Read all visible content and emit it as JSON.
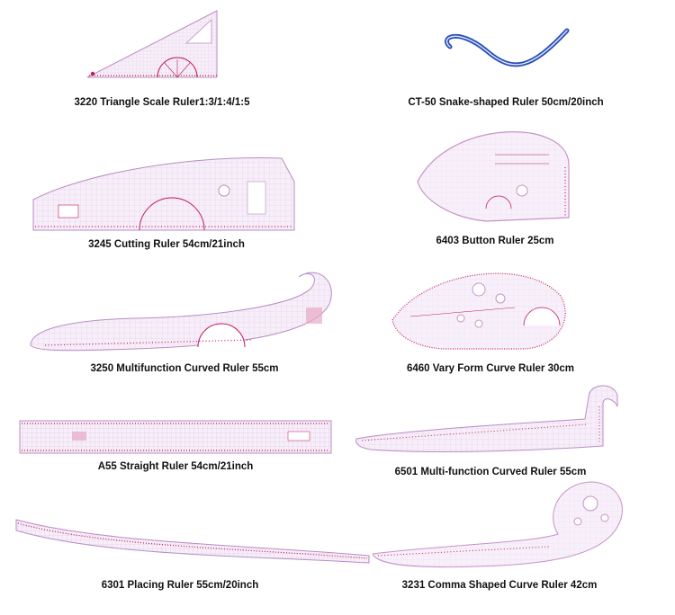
{
  "products": [
    {
      "id": "triangle",
      "caption": "3220 Triangle Scale Ruler1:3/1:4/1:5"
    },
    {
      "id": "snake",
      "caption": "CT-50 Snake-shaped Ruler 50cm/20inch"
    },
    {
      "id": "cutting",
      "caption": "3245 Cutting Ruler 54cm/21inch"
    },
    {
      "id": "button",
      "caption": "6403 Button Ruler 25cm"
    },
    {
      "id": "multicurve",
      "caption": "3250 Multifunction Curved Ruler 55cm"
    },
    {
      "id": "varyform",
      "caption": "6460 Vary Form Curve Ruler 30cm"
    },
    {
      "id": "straight",
      "caption": "A55 Straight Ruler 54cm/21inch"
    },
    {
      "id": "multicurve2",
      "caption": "6501 Multi-function Curved Ruler 55cm"
    },
    {
      "id": "placing",
      "caption": "6301 Placing Ruler 55cm/20inch"
    },
    {
      "id": "comma",
      "caption": "3231 Comma Shaped Curve Ruler 42cm"
    }
  ],
  "colors": {
    "ruler_fill": "#f6eef8",
    "ruler_edge": "#b88cc4",
    "ruler_marks": "#c2185b",
    "grid": "#d49bd6",
    "snake_blue": "#2a4fb5"
  }
}
